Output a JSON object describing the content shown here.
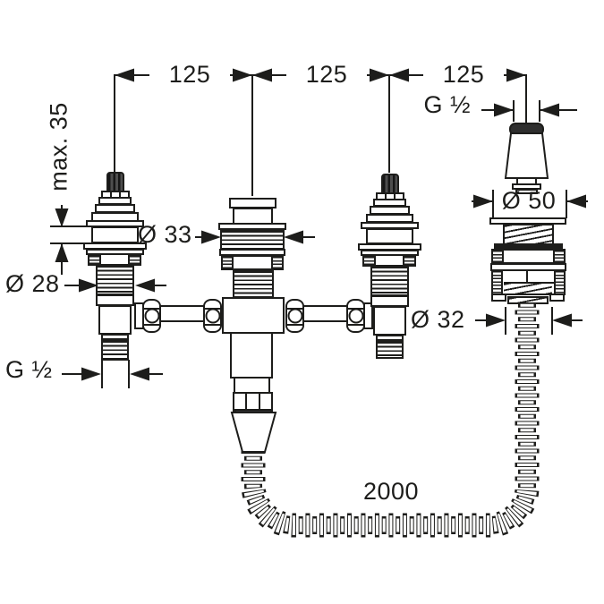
{
  "drawing": {
    "kind": "faucet installation dimension drawing",
    "colors": {
      "ink": "#1d1d1b",
      "background": "#ffffff",
      "dark_fill": "#2e2e2e"
    },
    "dimensions": {
      "spacing": [
        "125",
        "125",
        "125"
      ],
      "thread_top": "G ½",
      "deck_thickness": "max. 35",
      "trim_diameter": "Ø 33",
      "body_diameter": "Ø 28",
      "thread_bottom": "G ½",
      "flange_diameter": "Ø 50",
      "hose_diameter": "Ø 32",
      "hose_length": "2000"
    }
  }
}
